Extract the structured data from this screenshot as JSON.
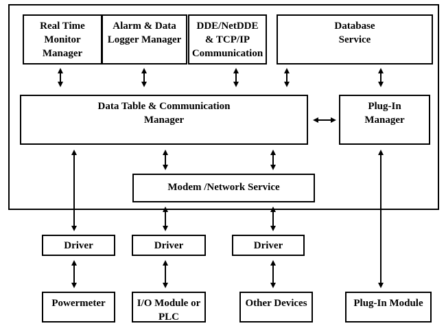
{
  "system": {
    "real_time_monitor": [
      "Real Time",
      "Monitor",
      "Manager"
    ],
    "alarm_logger": [
      "Alarm & Data",
      "Logger Manager"
    ],
    "dde_comm": [
      "DDE/NetDDE",
      "& TCP/IP",
      "Communication"
    ],
    "database_service": [
      "Database",
      "Service"
    ],
    "data_table_manager": [
      "Data Table & Communication",
      "Manager"
    ],
    "plugin_manager": [
      "Plug-In",
      "Manager"
    ],
    "modem_network_service": [
      "Modem /Network Service"
    ]
  },
  "drivers": [
    "Driver",
    "Driver",
    "Driver"
  ],
  "devices": {
    "powermeter": [
      "Powermeter"
    ],
    "io_module": [
      "I/O Module or",
      "PLC"
    ],
    "other_devices": [
      "Other Devices"
    ],
    "plugin_module": [
      "Plug-In Module"
    ]
  }
}
